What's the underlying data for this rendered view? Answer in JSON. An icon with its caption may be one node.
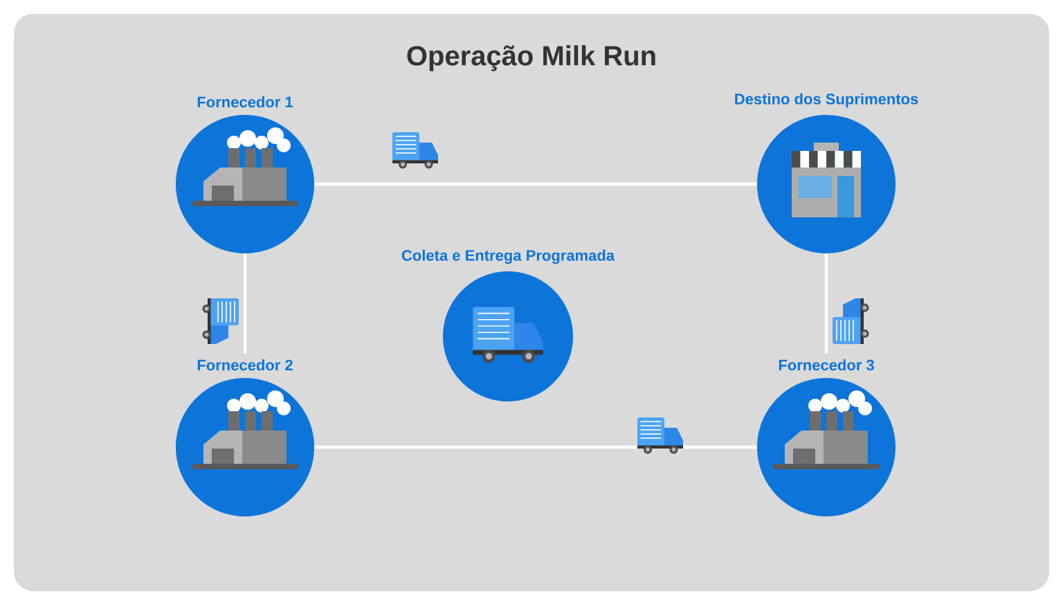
{
  "diagram": {
    "title": "Operação Milk Run",
    "nodes": [
      {
        "text": [
          "Fornecedor 1"
        ]
      },
      {
        "text": [
          "Destino dos Suprimentos"
        ]
      },
      {
        "text": [
          "Coleta e Entrega Programada"
        ]
      },
      {
        "text": [
          "Fornecedor 2"
        ]
      },
      {
        "text": [
          "Fornecedor 3"
        ]
      }
    ],
    "edges": [
      {
        "from": 0,
        "to": 1,
        "arrow": "none"
      },
      {
        "from": 0,
        "to": 3,
        "arrow": "none"
      },
      {
        "from": 1,
        "to": 4,
        "arrow": "none"
      },
      {
        "from": 3,
        "to": 4,
        "arrow": "none"
      }
    ]
  }
}
